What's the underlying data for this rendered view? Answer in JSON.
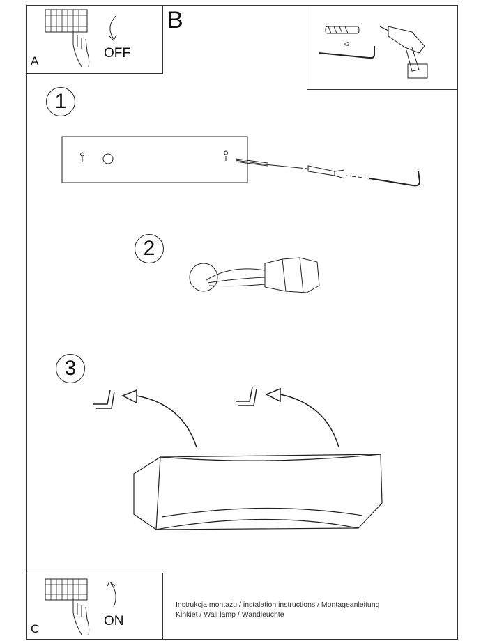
{
  "panel_a": {
    "letter": "A",
    "action": "OFF"
  },
  "panel_b": {
    "letter": "B",
    "quantity": "x2"
  },
  "panel_c": {
    "letter": "C",
    "action": "ON"
  },
  "steps": [
    "1",
    "2",
    "3"
  ],
  "caption": {
    "line1": "Instrukcja montażu / instalation instructions / Montageanleitung",
    "line2": "Kinkiet / Wall lamp / Wandleuchte"
  }
}
